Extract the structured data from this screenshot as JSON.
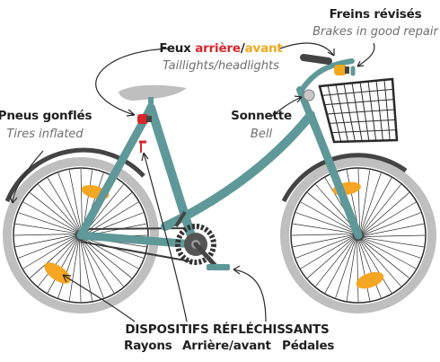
{
  "labels": {
    "brakes": {
      "fr": "Freins révisés",
      "en": "Brakes in good repair"
    },
    "lights": {
      "fr_prefix": "Feux ",
      "fr_rear": "arrière",
      "fr_sep": "/",
      "fr_front": "avant",
      "en": "Taillights/headlights"
    },
    "tires": {
      "fr": "Pneus gonflés",
      "en": "Tires inflated"
    },
    "bell": {
      "fr": "Sonnette",
      "en": "Bell"
    },
    "reflectors": {
      "title": "DISPOSITIFS RÉFLÉCHISSANTS",
      "spokes": "Rayons",
      "rear_front": "Arrière/avant",
      "pedals": "Pédales"
    }
  },
  "colors": {
    "frame": "#5f9898",
    "tire": "#bfbfbf",
    "fender": "#444444",
    "taillight": "#d7262c",
    "headlight": "#f2a81c",
    "reflector": "#f5a623"
  }
}
